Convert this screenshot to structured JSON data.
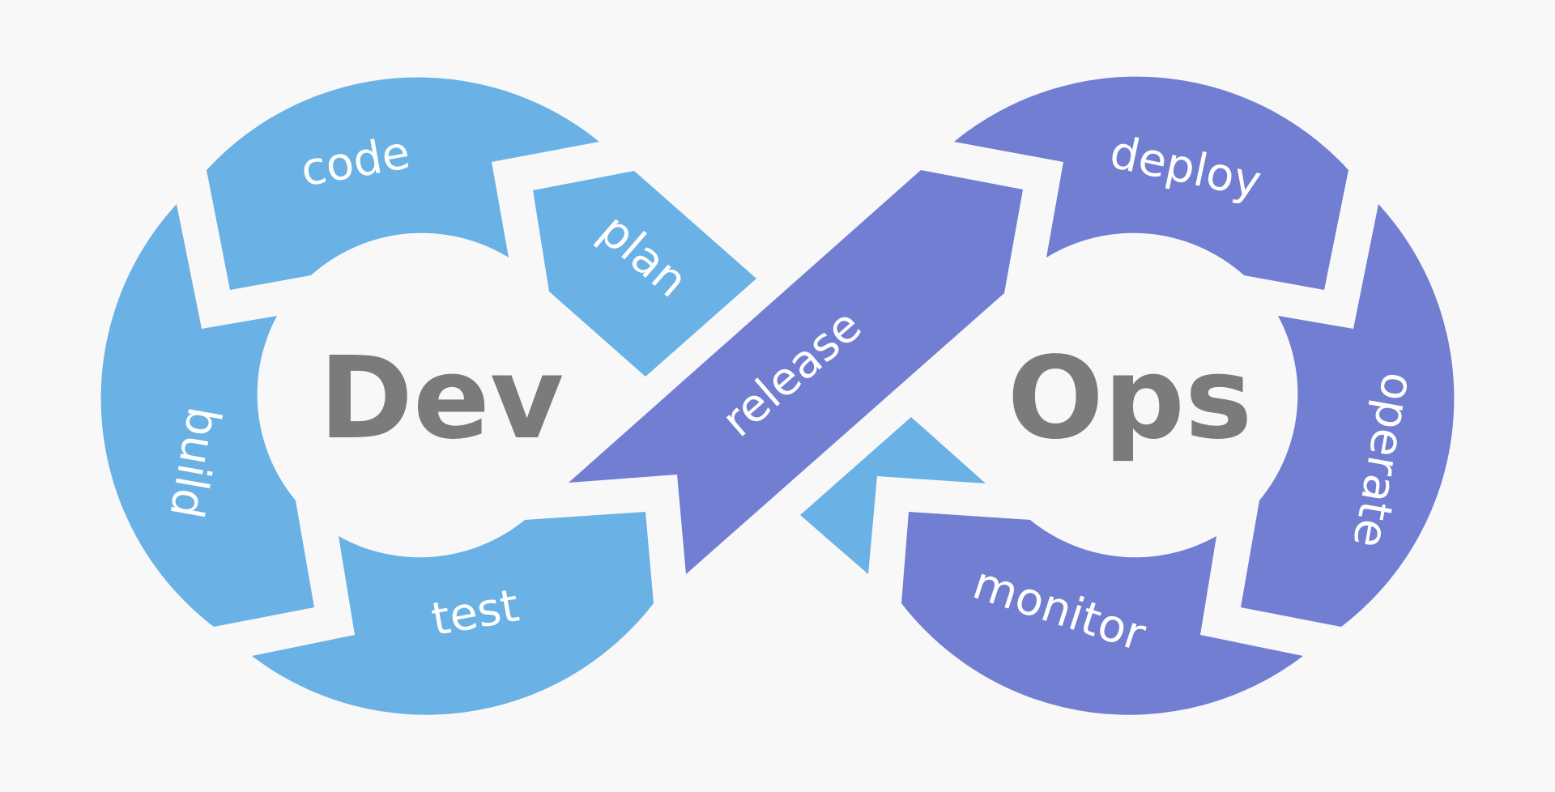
{
  "colors": {
    "background": "#f8f8f9",
    "dev": "#6ab2e5",
    "ops": "#717ed2",
    "center_text": "#7b7b7b",
    "stage_text": "#ffffff"
  },
  "center": {
    "dev": "Dev",
    "ops": "Ops"
  },
  "stages": {
    "plan": "plan",
    "code": "code",
    "build": "build",
    "test": "test",
    "release": "release",
    "deploy": "deploy",
    "operate": "operate",
    "monitor": "monitor"
  }
}
